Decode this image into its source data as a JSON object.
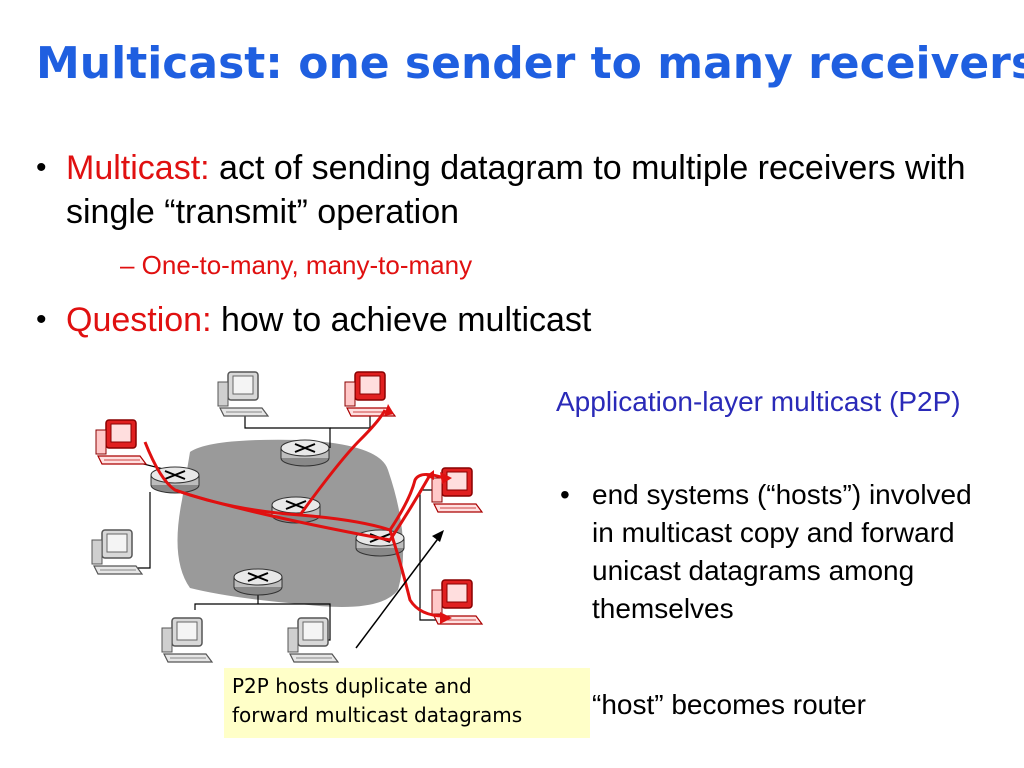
{
  "title": "Multicast: one sender to many receivers",
  "bullets": [
    {
      "lead": "Multicast:",
      "text": " act of sending datagram to multiple receivers with single “transmit” operation"
    },
    {
      "lead": "Question:",
      "text": " how to achieve multicast"
    }
  ],
  "sub_bullet": "– One-to-many, many-to-many",
  "right_panel": {
    "heading": "Application-layer  multicast (P2P)",
    "items": [
      "end systems (“hosts”) involved in multicast copy and forward unicast datagrams among themselves",
      "“host” becomes router"
    ]
  },
  "callout": {
    "line1": "P2P hosts duplicate and",
    "line2": "forward multicast datagrams"
  },
  "colors": {
    "title": "#1f5fe0",
    "emphasis": "#e01010",
    "panel_heading": "#2a2ab8",
    "callout_bg": "#ffffc8",
    "path": "#e01010",
    "cloud": "#9a9a9a"
  },
  "icons": [
    "router-icon",
    "host-computer-icon"
  ]
}
